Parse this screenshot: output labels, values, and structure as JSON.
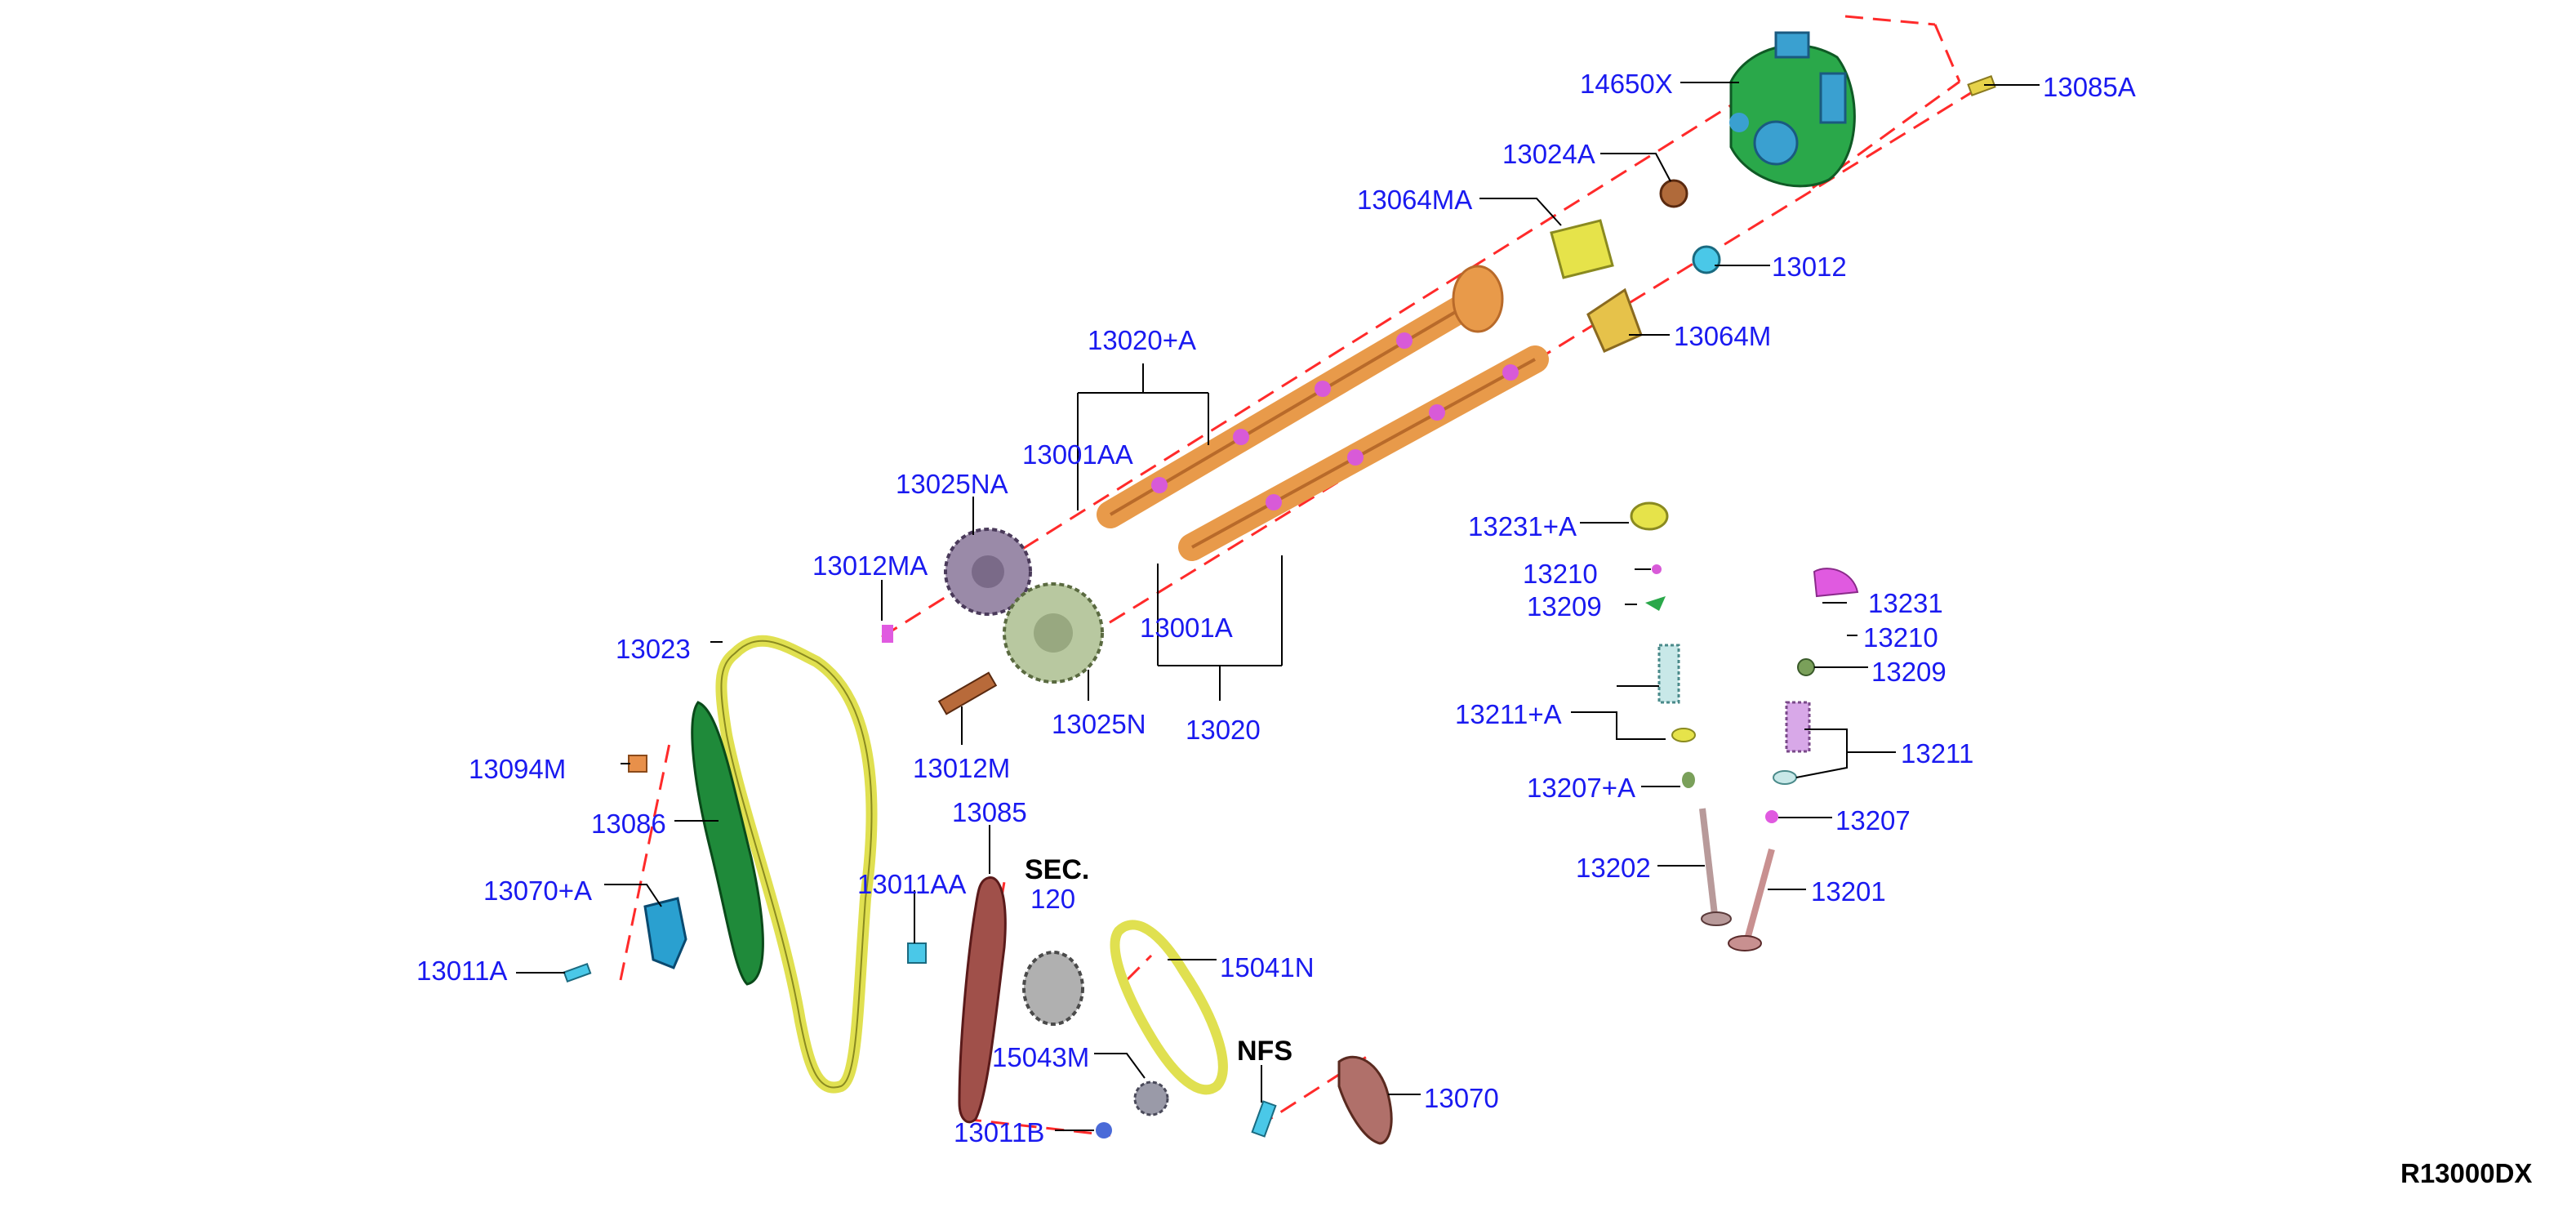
{
  "diagram_code": "R13000DX",
  "sec_label": "SEC.",
  "sec_number": "120",
  "nfs_label": "NFS",
  "colors": {
    "label": "#1a1af0",
    "phantom_line": "#ff2a2a",
    "camshaft": "#e89a4a",
    "camshaft_lobe": "#d85ad8",
    "chain": "#e0e050",
    "guide": "#1f8a3a",
    "slack_guide": "#a0504a",
    "vacuum_pump": "#2aa84a",
    "sprocket": "#9a9a9a"
  },
  "labels": {
    "p14650x": "14650X",
    "p13085a": "13085A",
    "p13024a": "13024A",
    "p13064ma": "13064MA",
    "p13012": "13012",
    "p13064m": "13064M",
    "p13020a": "13020+A",
    "p13001aa": "13001AA",
    "p13025na": "13025NA",
    "p13012ma": "13012MA",
    "p13023": "13023",
    "p13001a": "13001A",
    "p13025n": "13025N",
    "p13020": "13020",
    "p13012m": "13012M",
    "p13094m": "13094M",
    "p13086": "13086",
    "p13070a": "13070+A",
    "p13011a": "13011A",
    "p13085": "13085",
    "p13011aa": "13011AA",
    "p15041n": "15041N",
    "p15043m": "15043M",
    "p13011b": "13011B",
    "p13070": "13070",
    "p13231a": "13231+A",
    "p13210": "13210",
    "p13209b": "13209",
    "p13231": "13231",
    "p13210b": "13210",
    "p13209": "13209",
    "p13211a": "13211+A",
    "p13211": "13211",
    "p13207a": "13207+A",
    "p13207": "13207",
    "p13202": "13202",
    "p13201": "13201"
  }
}
